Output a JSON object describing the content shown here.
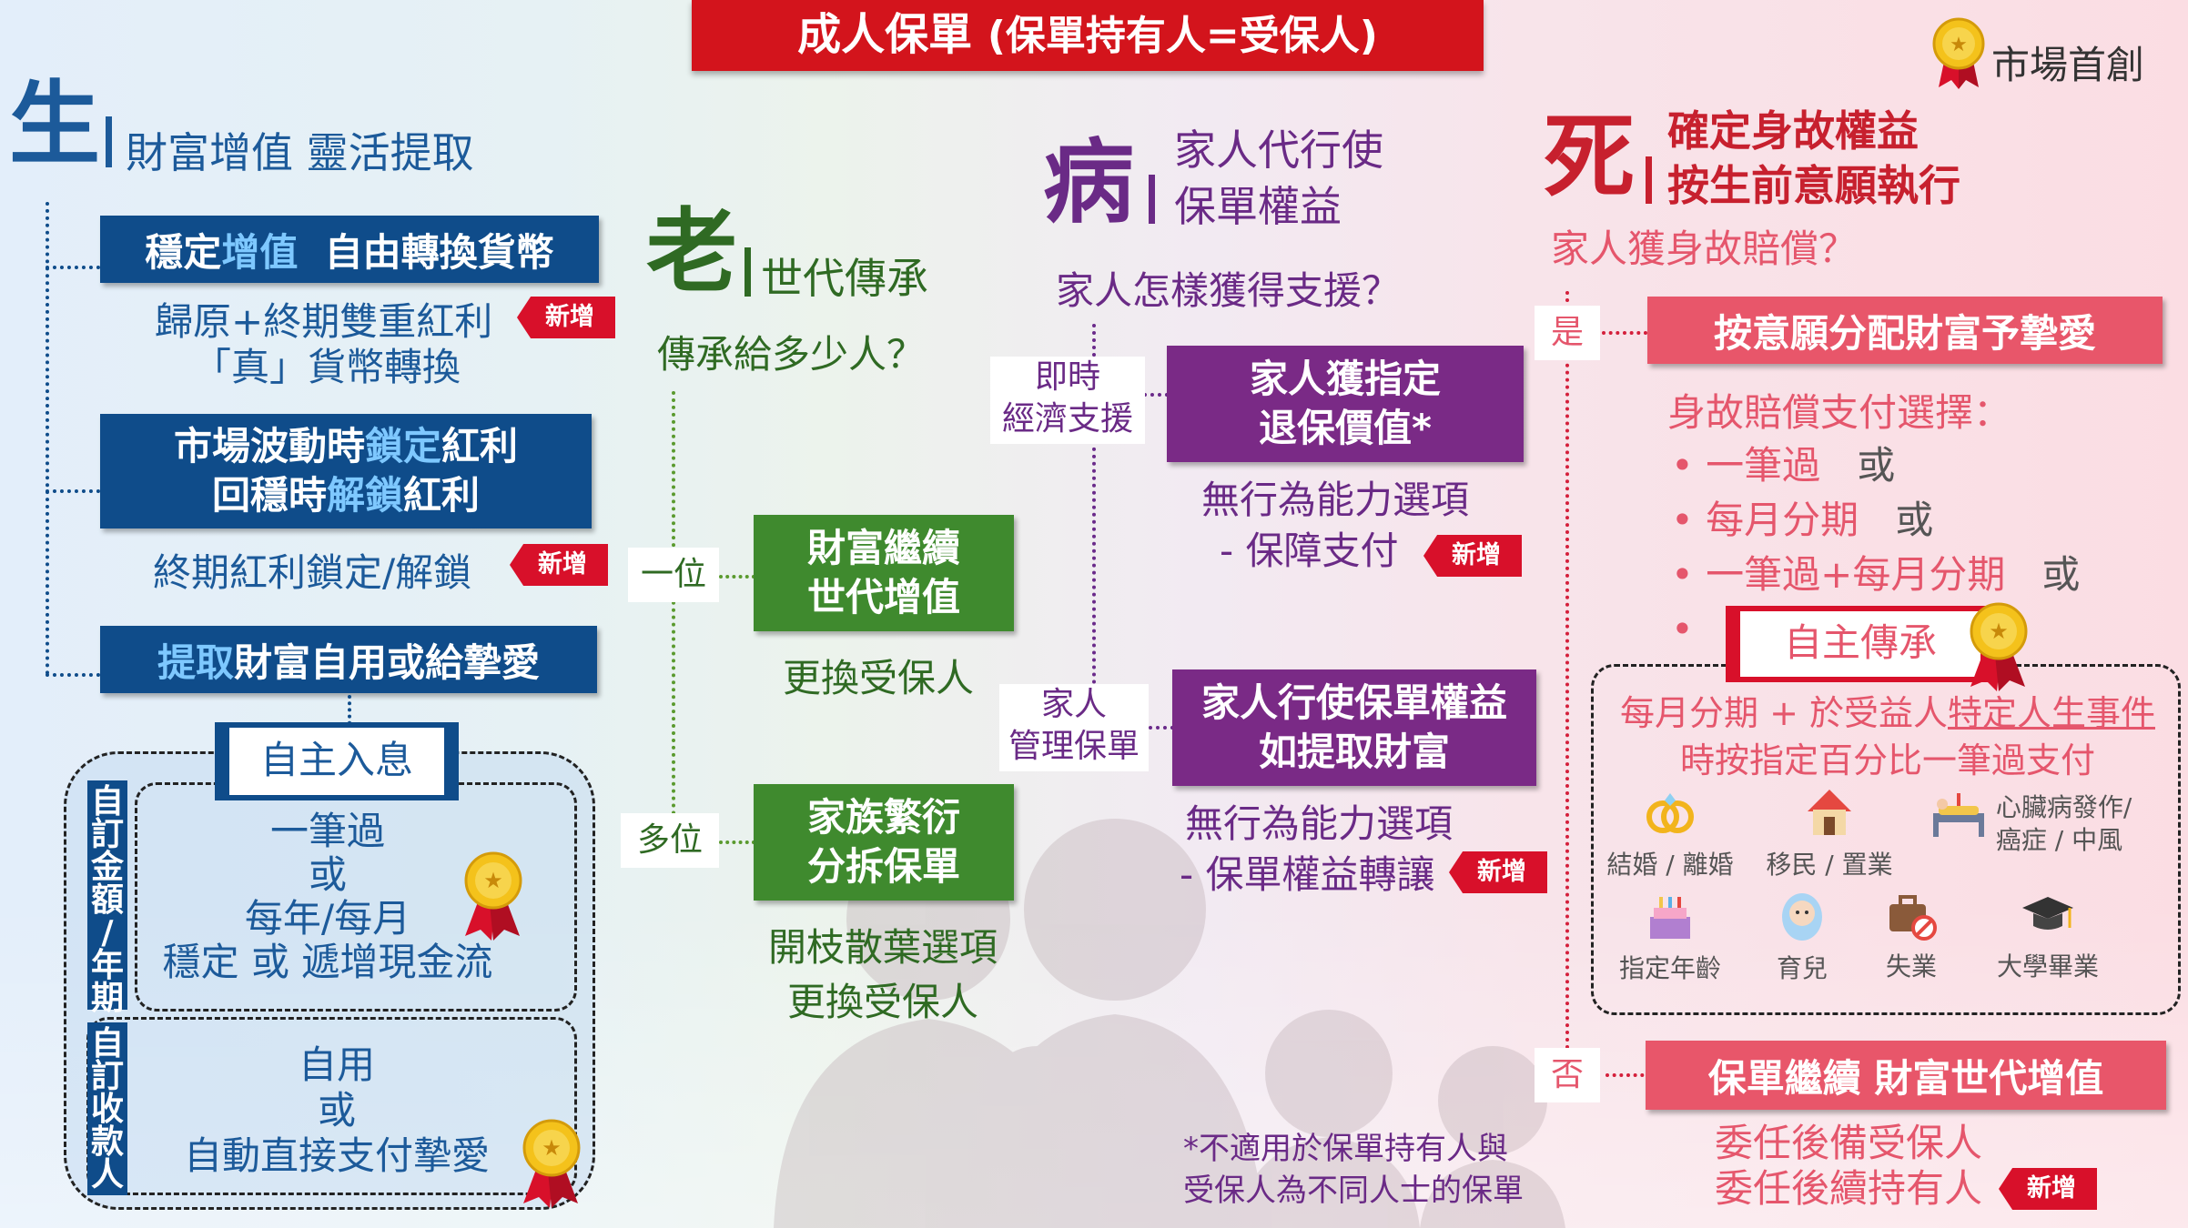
{
  "title": {
    "main": "成人保單",
    "sub": "(保單持有人=受保人)"
  },
  "badge_first": "市場首創",
  "new_label": "新增",
  "colors": {
    "blue": "#0f4c8a",
    "green": "#3f8a2e",
    "purple": "#7a2a86",
    "pink": "#e8566a",
    "red": "#d3141c"
  },
  "sheng": {
    "char": "生",
    "heading": "財富增值 靈活提取",
    "box1": {
      "pre": "穩定",
      "hl": "增值",
      "post": "自由轉換貨幣"
    },
    "note1_line1": "歸原+終期雙重紅利",
    "note1_line2": "「真」貨幣轉換",
    "box2_line1": {
      "pre": "市場波動時",
      "hl": "鎖定",
      "post": "紅利"
    },
    "box2_line2": {
      "pre": "回穩時",
      "hl": "解鎖",
      "post": "紅利"
    },
    "note2": "終期紅利鎖定/解鎖",
    "box3": {
      "hl": "提取",
      "post": "財富自用或給摯愛"
    },
    "autonomous_income": "自主入息",
    "side_amount": [
      "自",
      "訂",
      "金",
      "額",
      "/",
      "年",
      "期"
    ],
    "side_payee": [
      "自",
      "訂",
      "收",
      "款",
      "人"
    ],
    "amount_lines": [
      "一筆過",
      "或",
      "每年/每月",
      "穩定 或 遞增現金流"
    ],
    "payee_lines": [
      "自用",
      "或",
      "自動直接支付摯愛"
    ]
  },
  "lao": {
    "char": "老",
    "heading": "世代傳承",
    "question": "傳承給多少人？",
    "one_tag": "一位",
    "multi_tag": "多位",
    "box1": [
      "財富繼續",
      "世代增值"
    ],
    "note1": "更換受保人",
    "box2": [
      "家族繁衍",
      "分拆保單"
    ],
    "note2": [
      "開枝散葉選項",
      "更換受保人"
    ]
  },
  "bing": {
    "char": "病",
    "heading": [
      "家人代行使",
      "保單權益"
    ],
    "question": "家人怎樣獲得支援？",
    "tag1": [
      "即時",
      "經濟支援"
    ],
    "box1": [
      "家人獲指定",
      "退保價值*"
    ],
    "note1": [
      "無行為能力選項",
      "- 保障支付"
    ],
    "tag2": [
      "家人",
      "管理保單"
    ],
    "box2": [
      "家人行使保單權益",
      "如提取財富"
    ],
    "note2": [
      "無行為能力選項",
      "- 保單權益轉讓"
    ],
    "footnote": [
      "*不適用於保單持有人與",
      "受保人為不同人士的保單"
    ]
  },
  "si": {
    "char": "死",
    "heading": [
      "確定身故權益",
      "按生前意願執行"
    ],
    "question": "家人獲身故賠償？",
    "yes": "是",
    "no": "否",
    "yes_box": "按意願分配財富予摯愛",
    "payment_title": "身故賠償支付選擇：",
    "options": [
      {
        "text": "一筆過",
        "or": "或"
      },
      {
        "text": "每月分期",
        "or": "或"
      },
      {
        "text": "一筆過+每月分期",
        "or": "或"
      }
    ],
    "auto_inherit": "自主傳承",
    "inherit_desc": [
      "每月分期 + 於受益人特定人生事件",
      "時按指定百分比一筆過支付"
    ],
    "inherit_desc_prefix": "每月分期 + 於受益人",
    "inherit_desc_underline": "特定人生事件",
    "inherit_desc_line2": "時按指定百分比一筆過支付",
    "events": [
      {
        "label": "結婚 / 離婚",
        "icon": "rings-icon"
      },
      {
        "label": "移民 / 置業",
        "icon": "house-icon"
      },
      {
        "label": "心臟病發作/\n癌症 / 中風",
        "label1": "心臟病發作/",
        "label2": "癌症 / 中風",
        "icon": "hospital-bed-icon"
      },
      {
        "label": "指定年齡",
        "icon": "cake-icon"
      },
      {
        "label": "育兒",
        "icon": "baby-icon"
      },
      {
        "label": "失業",
        "icon": "briefcase-icon"
      },
      {
        "label": "大學畢業",
        "icon": "graduation-cap-icon"
      }
    ],
    "no_box": "保單繼續 財富世代增值",
    "no_notes": [
      "委任後備受保人",
      "委任後續持有人"
    ]
  }
}
